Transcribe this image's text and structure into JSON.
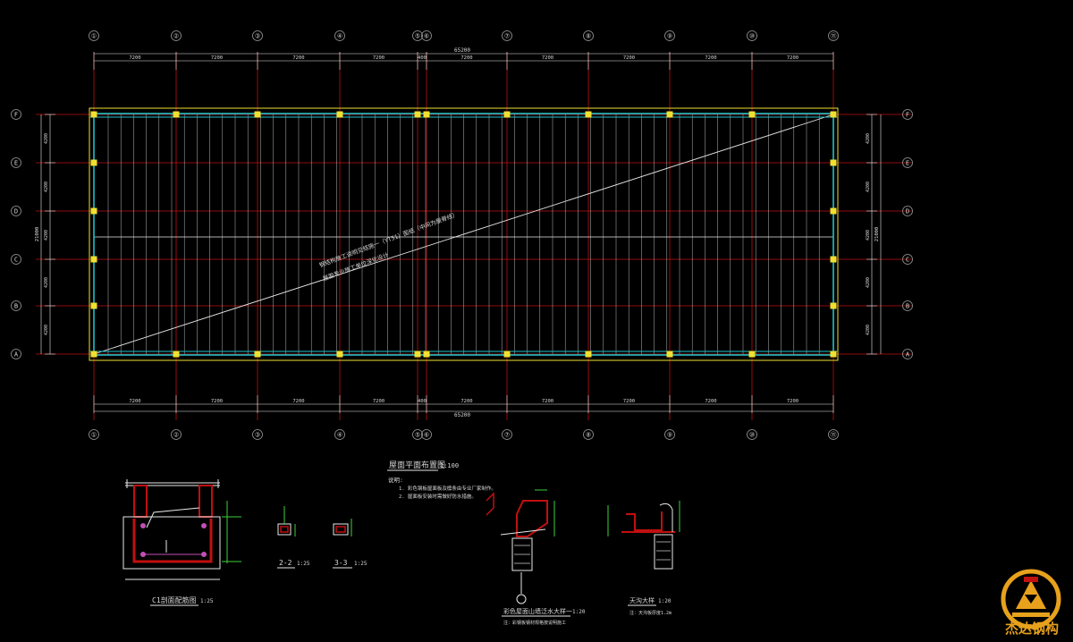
{
  "plan": {
    "axis_numbers": [
      "①",
      "②",
      "③",
      "④",
      "⑤",
      "⑥",
      "⑦",
      "⑧",
      "⑨",
      "⑩",
      "⑪"
    ],
    "axis_letters": [
      "F",
      "E",
      "D",
      "C",
      "B",
      "A"
    ],
    "bay_label": "7200",
    "narrow_bay_label": "400",
    "total_length": "65200",
    "row_label": "4200",
    "total_width": "21000",
    "diagonal_note_line1": "钢结构施工说明见结施一（YT51）图纸（中间为屋脊线）",
    "diagonal_note_line2": "屋面专业施工单位深化设计"
  },
  "title": {
    "main": "屋面平面布置图",
    "scale": "1:100",
    "notes_heading": "说明:",
    "note1": "1. 彩色钢板屋面板及檩条由专业厂家制作。",
    "note2": "2. 屋面板安装时需做好防水措施。"
  },
  "details": {
    "c1": {
      "label": "C1剖面配筋图",
      "scale": "1:25"
    },
    "s22": {
      "label": "2-2",
      "scale": "1:25"
    },
    "s33": {
      "label": "3-3",
      "scale": "1:25"
    },
    "d1": {
      "label": "彩色屋面山墙泛水大样一",
      "scale": "1:20",
      "note": "注：彩钢板钢材规格按说明施工"
    },
    "d2": {
      "label": "天沟大样",
      "scale": "1:20",
      "note": "注：天沟板厚度1.2m"
    }
  },
  "logo": {
    "text": "杰达钢构"
  },
  "colors": {
    "bg": "#000000",
    "red": "#c01010",
    "cyan": "#20c0c8",
    "yellow": "#f0e030",
    "white": "#e8e8e8",
    "gray": "#9a9a9a",
    "magenta": "#c24fb5",
    "green": "#3ccf3c",
    "logo": "#e7a11c"
  }
}
